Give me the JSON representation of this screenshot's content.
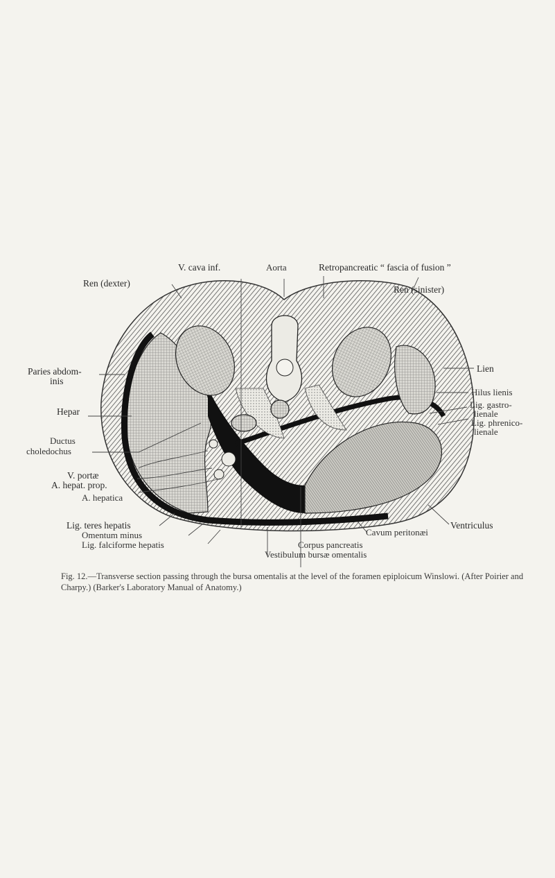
{
  "figure": {
    "labels": {
      "v_cava_inf": "V. cava inf.",
      "aorta": "Aorta",
      "retropancreatic": "Retropancreatic “ fascia of fusion ”",
      "ren_dexter": "Ren (dexter)",
      "ren_sinister": "Ren (sinister)",
      "paries_1": "Paries abdom-",
      "paries_2": "inis",
      "hepar": "Hepar",
      "ductus_1": "Ductus",
      "ductus_2": "choledochus",
      "v_portae": "V. portæ",
      "a_hepat_prop": "A. hepat. prop.",
      "a_hepatica": "A. hepatica",
      "lig_teres": "Lig. teres hepatis",
      "omentum": "Omentum minus",
      "lig_falciforme": "Lig. falciforme hepatis",
      "lien": "Lien",
      "hilus": "Hilus lienis",
      "lig_gastro_1": "Lig. gastro-",
      "lig_gastro_2": "lienale",
      "lig_phrenico_1": "Lig. phrenico-",
      "lig_phrenico_2": "lienale",
      "ventriculus": "Ventriculus",
      "cavum": "Cavum peritonæi",
      "corpus": "Corpus pancreatis",
      "vestibulum": "Vestibulum bursæ omentalis"
    }
  },
  "caption": {
    "fig_label": "Fig. 12.",
    "text": "—Transverse section passing through the bursa omentalis at the level of the foramen epiploicum Winslowi. (After Poirier and Charpy.) (Barker's Laboratory Manual of Anatomy.)"
  }
}
